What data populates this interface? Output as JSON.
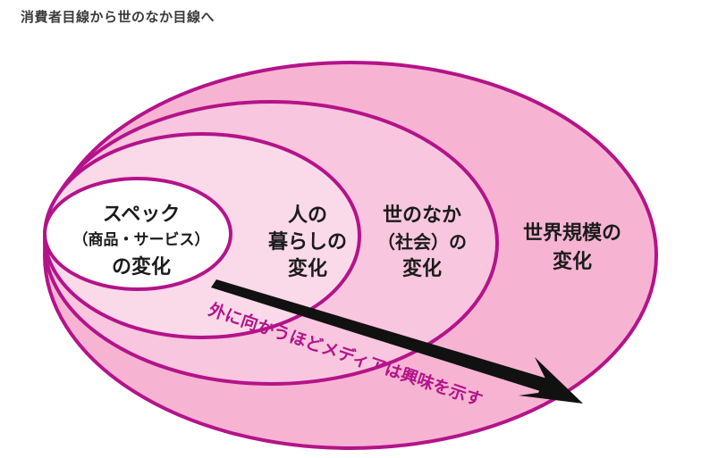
{
  "title": "消費者目線から世のなか目線へ",
  "labels": {
    "spec_line1": "スペック",
    "spec_line2": "（商品・サービス）",
    "spec_line3": "の変化",
    "life_line1": "人の",
    "life_line2": "暮らしの",
    "life_line3": "変化",
    "society_line1": "世のなか",
    "society_line2": "（社会）の",
    "society_line3": "変化",
    "world_line1": "世界規模の",
    "world_line2": "変化"
  },
  "arrow_caption": "外に向かうほどメディアは興味を示す",
  "colors": {
    "outline": "#b4138a",
    "ring_outer": "#f6b4d2",
    "ring_3": "#f8c6de",
    "ring_2": "#fad9e9",
    "inner": "#ffffff",
    "arrow": "#111111"
  }
}
